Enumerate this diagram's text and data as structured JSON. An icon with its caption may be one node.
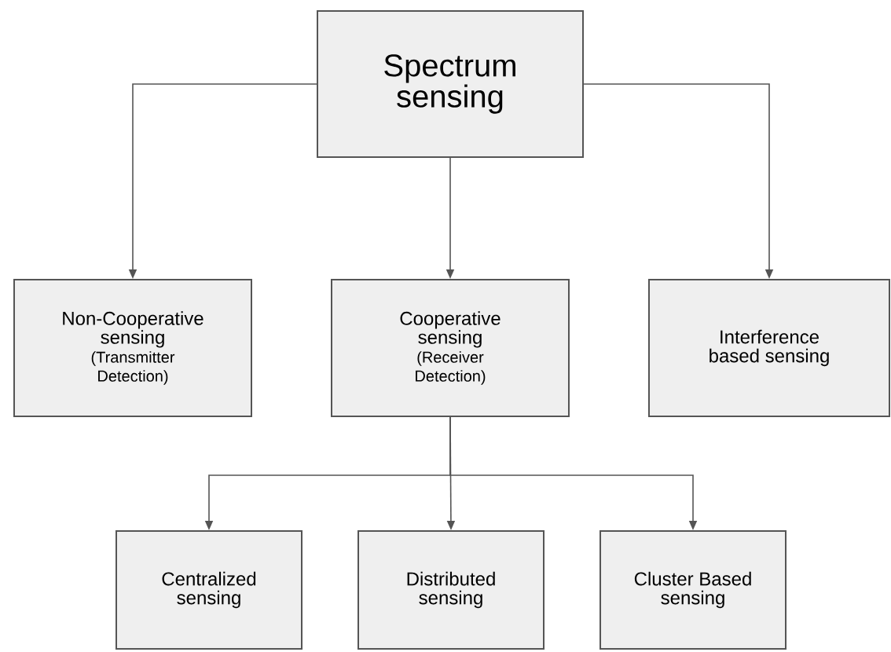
{
  "diagram": {
    "nodes": [
      {
        "text": [
          "Spectrum sensing"
        ]
      },
      {
        "text": [
          "Non-Cooperative sensing",
          "(Transmitter Detection)"
        ]
      },
      {
        "text": [
          "Cooperative sensing",
          "(Receiver Detection)"
        ]
      },
      {
        "text": [
          "Interference based sensing"
        ]
      },
      {
        "text": [
          "Centralized sensing"
        ]
      },
      {
        "text": [
          "Distributed sensing"
        ]
      },
      {
        "text": [
          "Cluster Based sensing"
        ]
      }
    ],
    "edges": [
      {
        "from": 0,
        "to": 1,
        "arrow": "to"
      },
      {
        "from": 0,
        "to": 2,
        "arrow": "to"
      },
      {
        "from": 0,
        "to": 3,
        "arrow": "to"
      },
      {
        "from": 2,
        "to": 4,
        "arrow": "to"
      },
      {
        "from": 2,
        "to": 5,
        "arrow": "to"
      },
      {
        "from": 2,
        "to": 6,
        "arrow": "to"
      }
    ]
  }
}
